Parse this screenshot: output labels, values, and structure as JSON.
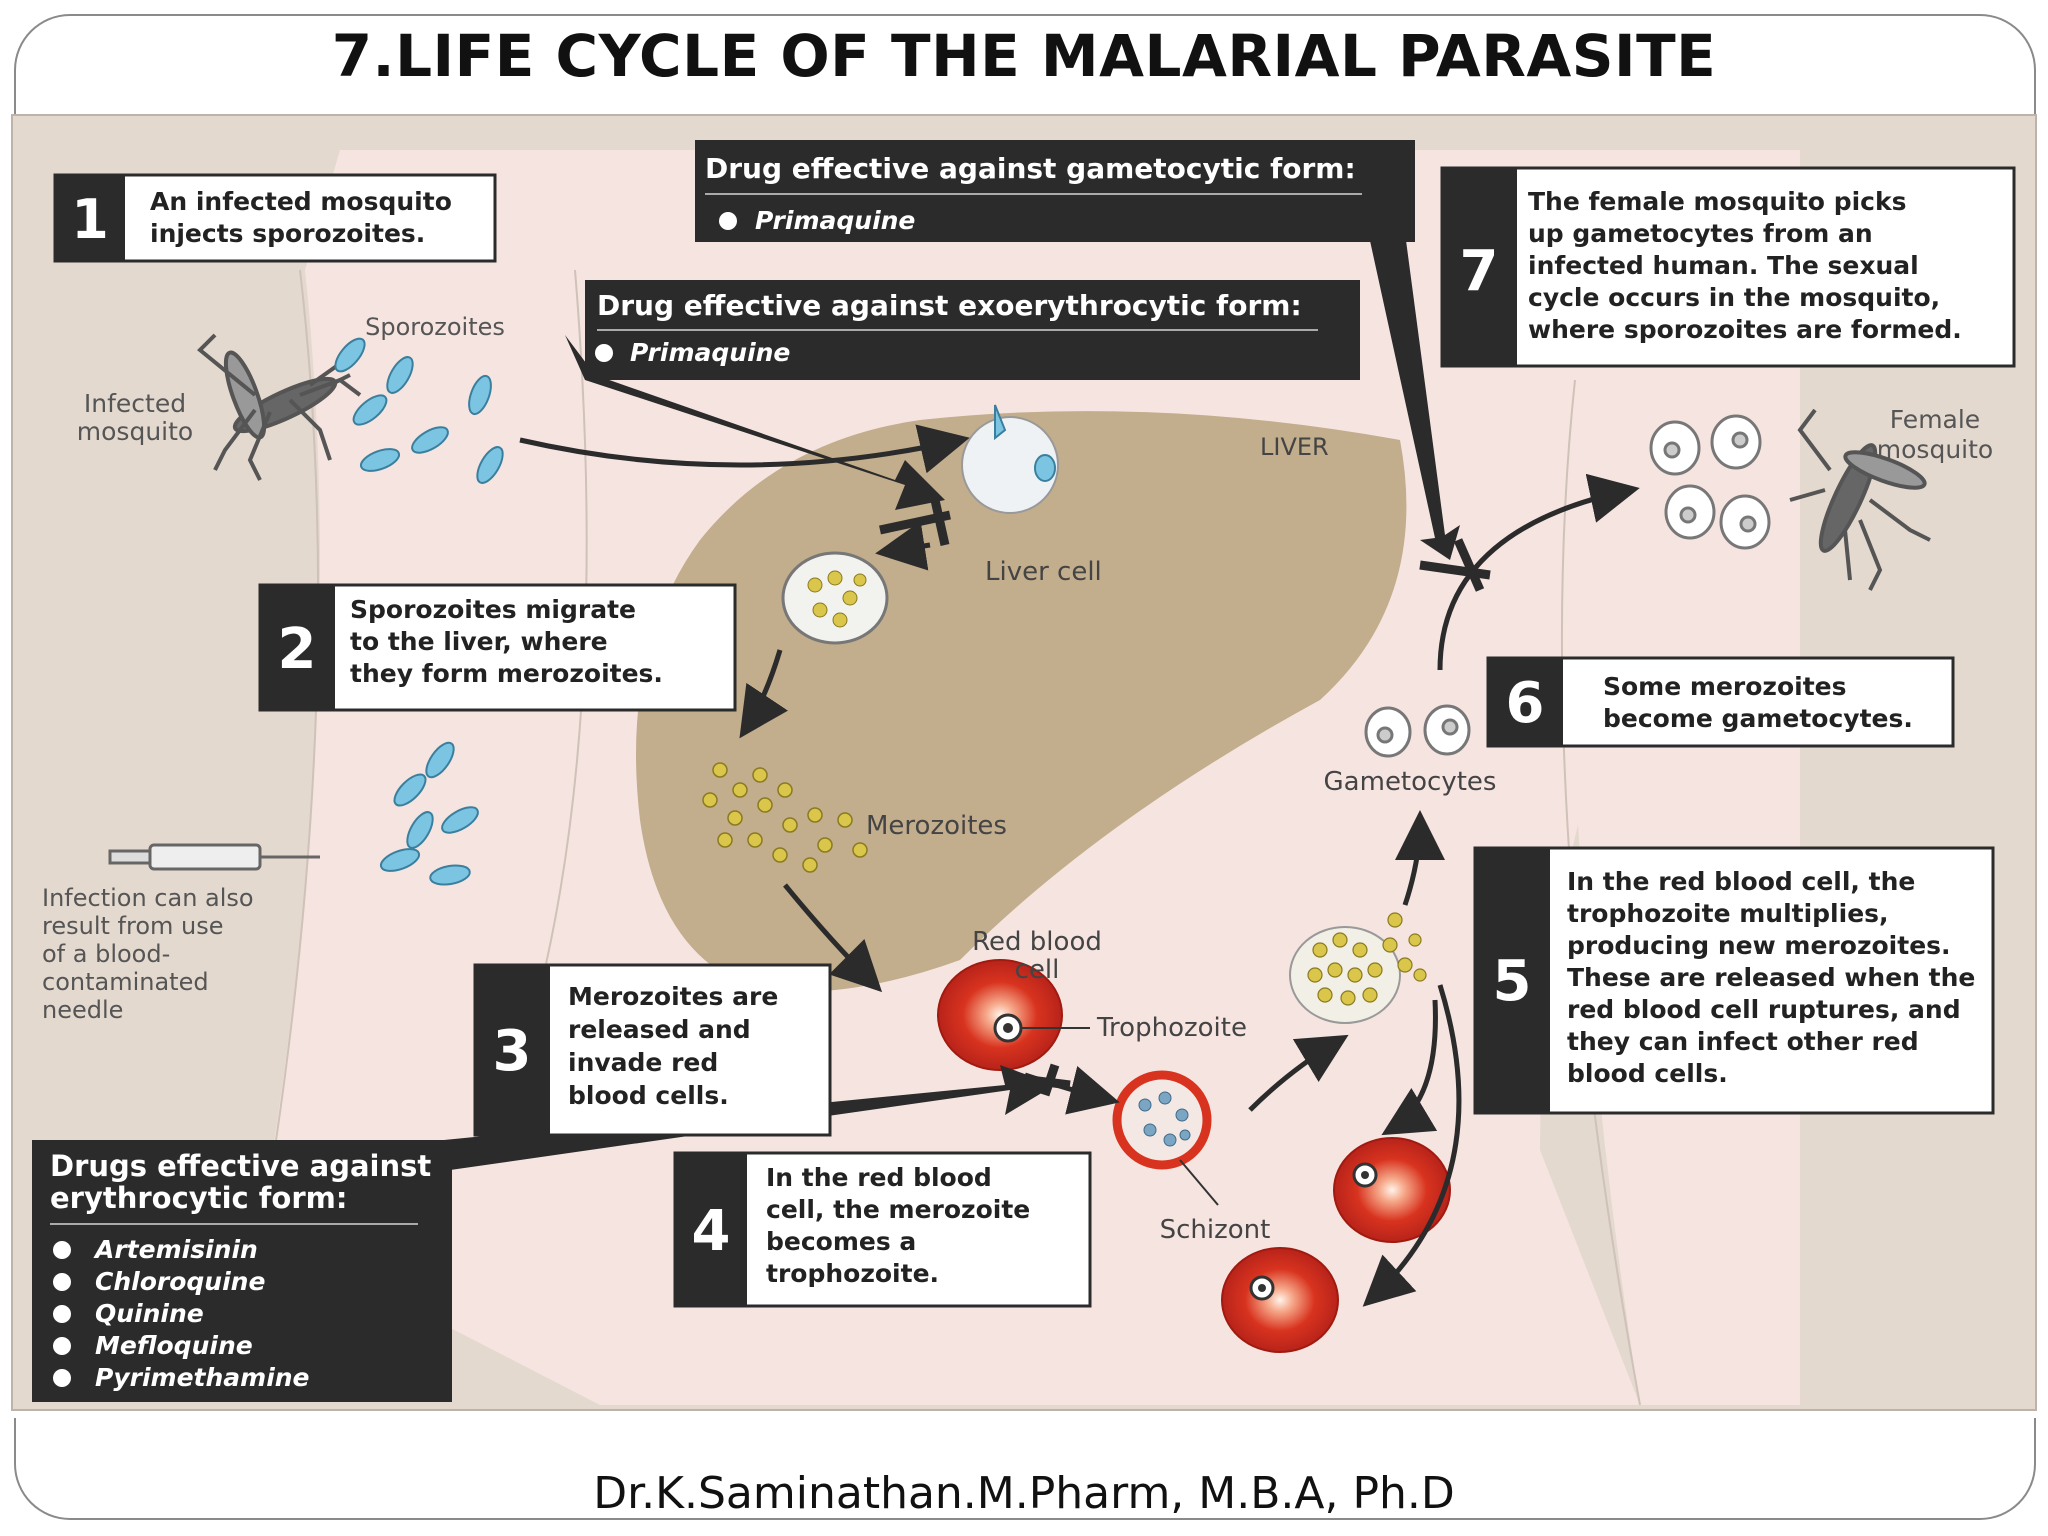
{
  "title": "7.LIFE CYCLE OF THE MALARIAL PARASITE",
  "footer": "Dr.K.Saminathan.M.Pharm, M.B.A, Ph.D",
  "steps": [
    {
      "num": "1",
      "lines": [
        "An infected mosquito",
        "injects sporozoites."
      ]
    },
    {
      "num": "2",
      "lines": [
        "Sporozoites migrate",
        "to the liver, where",
        "they form merozoites."
      ]
    },
    {
      "num": "3",
      "lines": [
        "Merozoites are",
        "released and",
        "invade red",
        "blood cells."
      ]
    },
    {
      "num": "4",
      "lines": [
        "In the red blood",
        "cell, the merozoite",
        "becomes a",
        "trophozoite."
      ]
    },
    {
      "num": "5",
      "lines": [
        "In the red blood cell, the",
        "trophozoite multiplies,",
        "producing new merozoites.",
        "These are released when the",
        "red blood cell ruptures, and",
        "they can infect other red",
        "blood cells."
      ]
    },
    {
      "num": "6",
      "lines": [
        "Some merozoites",
        "become gametocytes."
      ]
    },
    {
      "num": "7",
      "lines": [
        "The female mosquito picks",
        "up gametocytes from an",
        "infected human. The sexual",
        "cycle occurs in the mosquito,",
        "where sporozoites are formed."
      ]
    }
  ],
  "drugs": {
    "gametocytic": {
      "title": "Drug effective against gametocytic form:",
      "items": [
        "Primaquine"
      ]
    },
    "exoerythrocytic": {
      "title": "Drug effective against exoerythrocytic form:",
      "items": [
        "Primaquine"
      ]
    },
    "erythrocytic": {
      "title_lines": [
        "Drugs effective against",
        "erythrocytic form:"
      ],
      "items": [
        "Artemisinin",
        "Chloroquine",
        "Quinine",
        "Mefloquine",
        "Pyrimethamine"
      ]
    }
  },
  "labels": {
    "sporozoites": "Sporozoites",
    "infected_mosquito": [
      "Infected",
      "mosquito"
    ],
    "liver": "LIVER",
    "liver_cell": "Liver cell",
    "merozoites": "Merozoites",
    "red_blood_cell": [
      "Red blood",
      "cell"
    ],
    "trophozoite": "Trophozoite",
    "schizont": "Schizont",
    "gametocytes": "Gametocytes",
    "female_mosquito": [
      "Female",
      "mosquito"
    ],
    "needle_note": [
      "Infection can also",
      "result from use",
      "of a blood-",
      "contaminated",
      "needle"
    ]
  },
  "colors": {
    "background": "#e4d9cf",
    "skin": "#f6e4e0",
    "liver": "#c2ad8c",
    "dark_box": "#2b2b2b",
    "sporozoite": "#7cc5e2",
    "merozoite": "#d9c64a",
    "red_cell": "#d8331f"
  }
}
